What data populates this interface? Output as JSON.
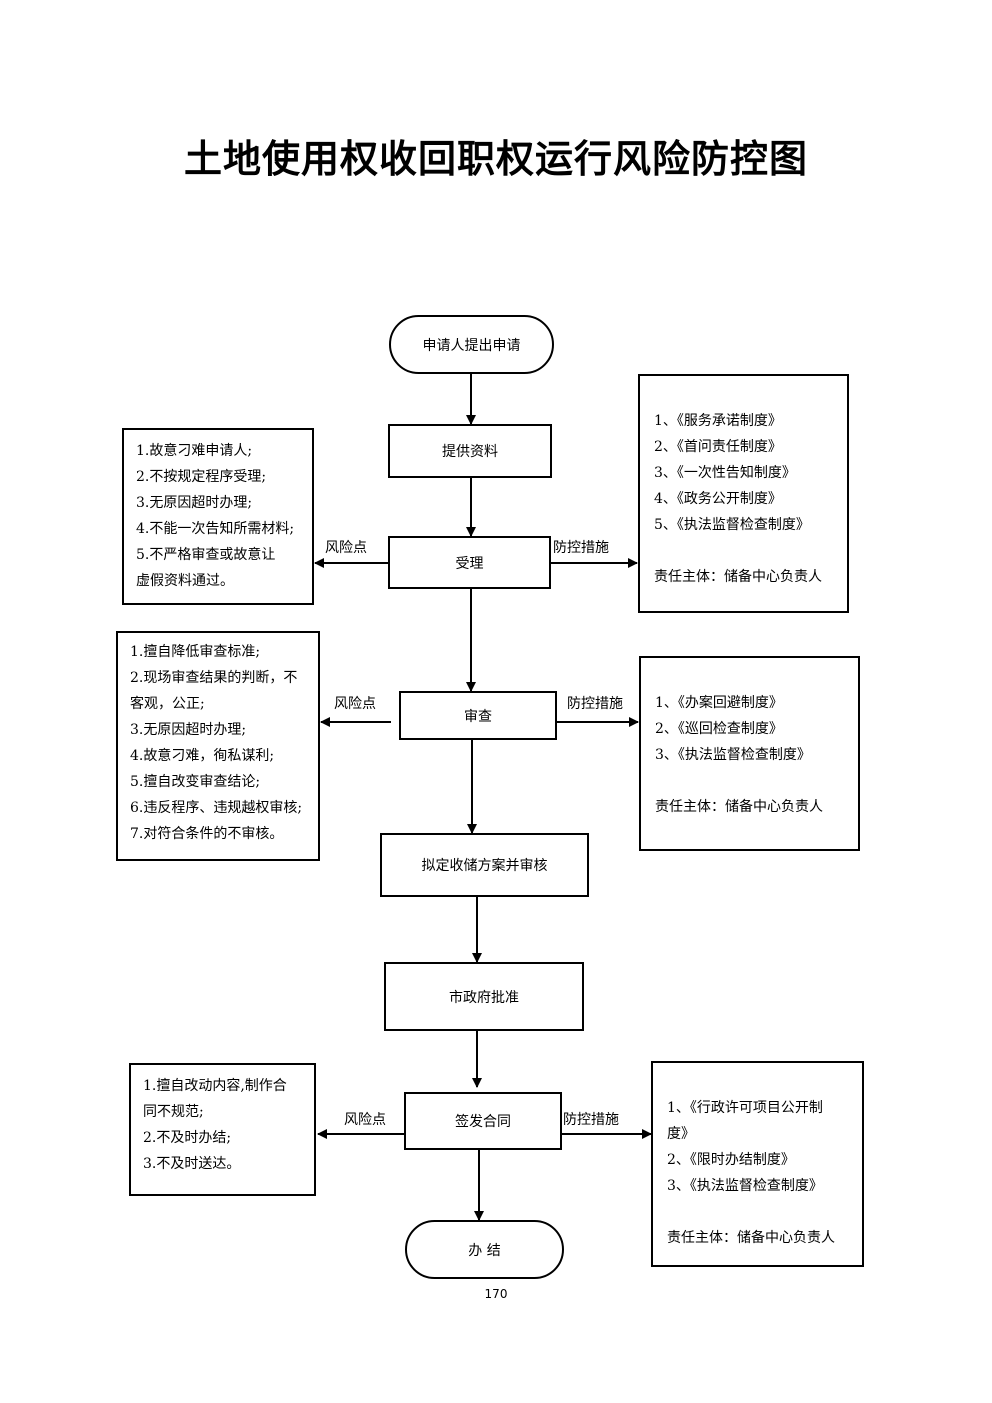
{
  "title": "土地使用权收回职权运行风险防控图",
  "page_number": "170",
  "flow": {
    "start": "申请人提出申请",
    "provide": "提供资料",
    "accept": "受理",
    "review": "审查",
    "draft": "拟定收储方案并审核",
    "approve": "市政府批准",
    "sign": "签发合同",
    "end": "办 结"
  },
  "labels": {
    "risk": "风险点",
    "control": "防控措施"
  },
  "risks": {
    "accept": [
      "1.故意刁难申请人;",
      "2.不按规定程序受理;",
      "3.无原因超时办理;",
      "4.不能一次告知所需材料;",
      "5.不严格审查或故意让",
      "虚假资料通过。"
    ],
    "review": [
      "1.擅自降低审查标准;",
      "2.现场审查结果的判断，不",
      "客观，公正;",
      "3.无原因超时办理;",
      "4.故意刁难，徇私谋利;",
      "5.擅自改变审查结论;",
      "6.违反程序、违规越权审核;",
      "7.对符合条件的不审核。"
    ],
    "sign": [
      "1.擅自改动内容,制作合",
      "同不规范;",
      "2.不及时办结;",
      "3.不及时送达。"
    ]
  },
  "controls": {
    "accept": {
      "items": [
        "1、《服务承诺制度》",
        "2、《首问责任制度》",
        "3、《一次性告知制度》",
        "4、《政务公开制度》",
        "5、《执法监督检查制度》"
      ],
      "owner": "责任主体：储备中心负责人"
    },
    "review": {
      "items": [
        "1、《办案回避制度》",
        "2、《巡回检查制度》",
        "3、《执法监督检查制度》"
      ],
      "owner": "责任主体：储备中心负责人"
    },
    "sign": {
      "items": [
        "1、《行政许可项目公开制",
        "度》",
        "2、《限时办结制度》",
        "3、《执法监督检查制度》"
      ],
      "owner": "责任主体：储备中心负责人"
    }
  }
}
